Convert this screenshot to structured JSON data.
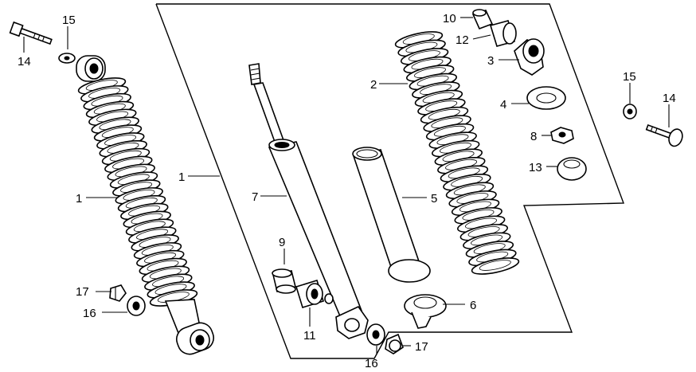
{
  "diagram": {
    "callouts": [
      {
        "id": "c1a",
        "text": "1"
      },
      {
        "id": "c1b",
        "text": "1"
      },
      {
        "id": "c2",
        "text": "2"
      },
      {
        "id": "c3",
        "text": "3"
      },
      {
        "id": "c4",
        "text": "4"
      },
      {
        "id": "c5",
        "text": "5"
      },
      {
        "id": "c6",
        "text": "6"
      },
      {
        "id": "c7",
        "text": "7"
      },
      {
        "id": "c8",
        "text": "8"
      },
      {
        "id": "c9",
        "text": "9"
      },
      {
        "id": "c10",
        "text": "10"
      },
      {
        "id": "c11",
        "text": "11"
      },
      {
        "id": "c12",
        "text": "12"
      },
      {
        "id": "c13",
        "text": "13"
      },
      {
        "id": "c14a",
        "text": "14"
      },
      {
        "id": "c14b",
        "text": "14"
      },
      {
        "id": "c15a",
        "text": "15"
      },
      {
        "id": "c15b",
        "text": "15"
      },
      {
        "id": "c16a",
        "text": "16"
      },
      {
        "id": "c16b",
        "text": "16"
      },
      {
        "id": "c17a",
        "text": "17"
      },
      {
        "id": "c17b",
        "text": "17"
      }
    ]
  }
}
